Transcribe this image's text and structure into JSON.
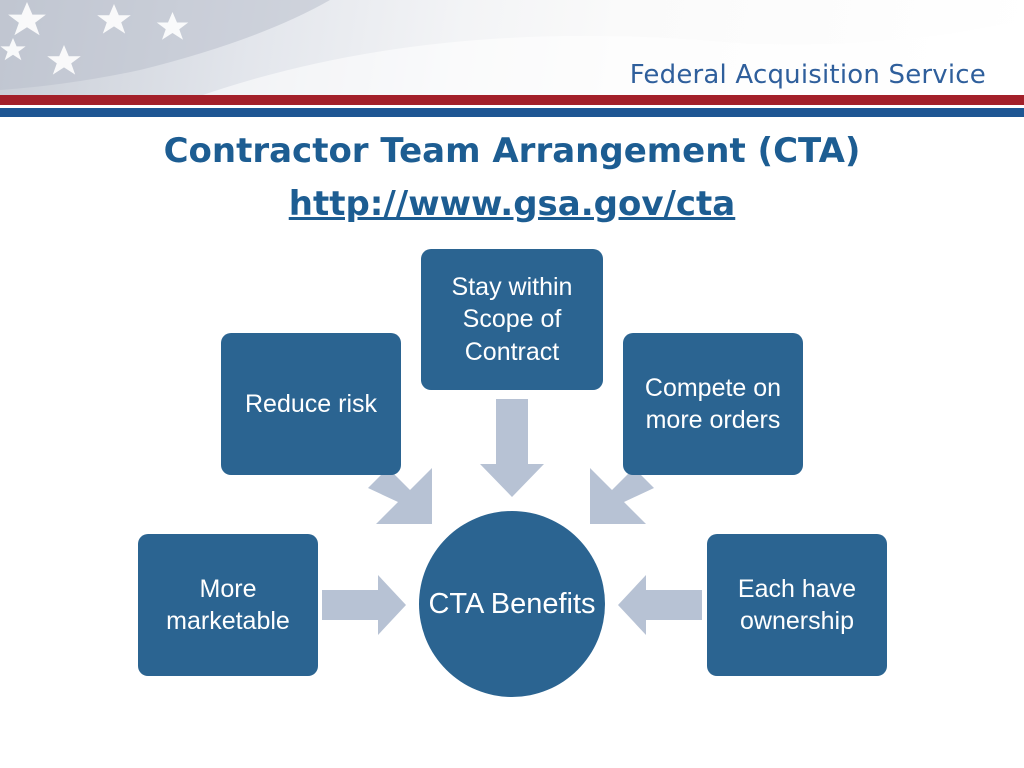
{
  "header": {
    "organization": "Federal Acquisition Service"
  },
  "slide": {
    "title": "Contractor Team Arrangement (CTA)",
    "link": "http://www.gsa.gov/cta"
  },
  "diagram": {
    "center": "CTA Benefits",
    "benefits": [
      "Stay within Scope of Contract",
      "Reduce risk",
      "Compete on more orders",
      "More marketable",
      "Each have ownership"
    ]
  },
  "colors": {
    "box_fill": "#2b6491",
    "arrow_fill": "#b7c2d4",
    "title_color": "#1d5d92",
    "stripe_red": "#a3202a",
    "stripe_blue": "#1e5693"
  }
}
